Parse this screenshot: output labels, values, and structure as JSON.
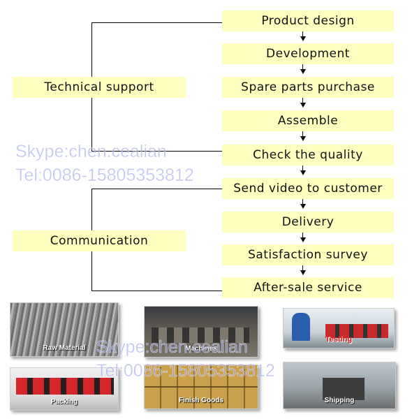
{
  "steps": [
    "Product design",
    "Development",
    "Spare parts purchase",
    "Assemble",
    "Check the quality",
    "Send video to customer",
    "Delivery",
    "Satisfaction survey",
    "After-sale service"
  ],
  "side_labels": {
    "technical_support": "Technical support",
    "communication": "Communication"
  },
  "watermark": {
    "skype": "Skype:chen.cealian",
    "tel": "Tel:0086-15805353812"
  },
  "photos": [
    {
      "caption": "Raw Material"
    },
    {
      "caption": "Machines"
    },
    {
      "caption": "Testing"
    },
    {
      "caption": "Packing"
    },
    {
      "caption": "Finish Goods"
    },
    {
      "caption": "Shipping"
    }
  ],
  "colors": {
    "box_fill": "#ffffc0",
    "connector": "#000000",
    "watermark": "#8c96e6"
  }
}
